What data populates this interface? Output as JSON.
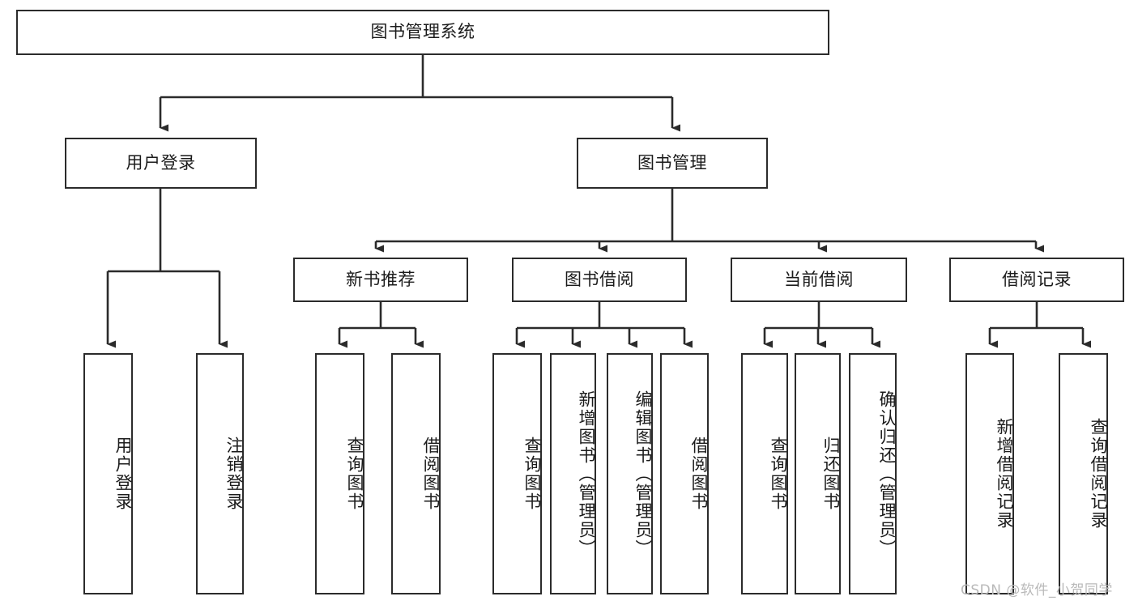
{
  "diagram": {
    "type": "tree-hierarchy",
    "orientation": "top-down",
    "root": {
      "label": "图书管理系统"
    },
    "level1": [
      {
        "label": "用户登录"
      },
      {
        "label": "图书管理"
      }
    ],
    "level2": [
      {
        "label": "新书推荐"
      },
      {
        "label": "图书借阅"
      },
      {
        "label": "当前借阅"
      },
      {
        "label": "借阅记录"
      }
    ],
    "leaves": {
      "user_login": [
        {
          "label": "用户登录"
        },
        {
          "label": "注销登录"
        }
      ],
      "new_book_recommend": [
        {
          "label": "查询图书"
        },
        {
          "label": "借阅图书"
        }
      ],
      "book_borrow": [
        {
          "label": "查询图书"
        },
        {
          "label": "新增图书（管理员）"
        },
        {
          "label": "编辑图书（管理员）"
        },
        {
          "label": "借阅图书"
        }
      ],
      "current_borrow": [
        {
          "label": "查询图书"
        },
        {
          "label": "归还图书"
        },
        {
          "label": "确认归还（管理员）"
        }
      ],
      "borrow_record": [
        {
          "label": "新增借阅记录"
        },
        {
          "label": "查询借阅记录"
        }
      ]
    }
  },
  "watermark": {
    "text": "CSDN @软件_小贺同学"
  },
  "colors": {
    "stroke": "#2b2b2b",
    "background": "#ffffff",
    "text": "#1b1b1b",
    "watermark": "#b9b9b9"
  }
}
